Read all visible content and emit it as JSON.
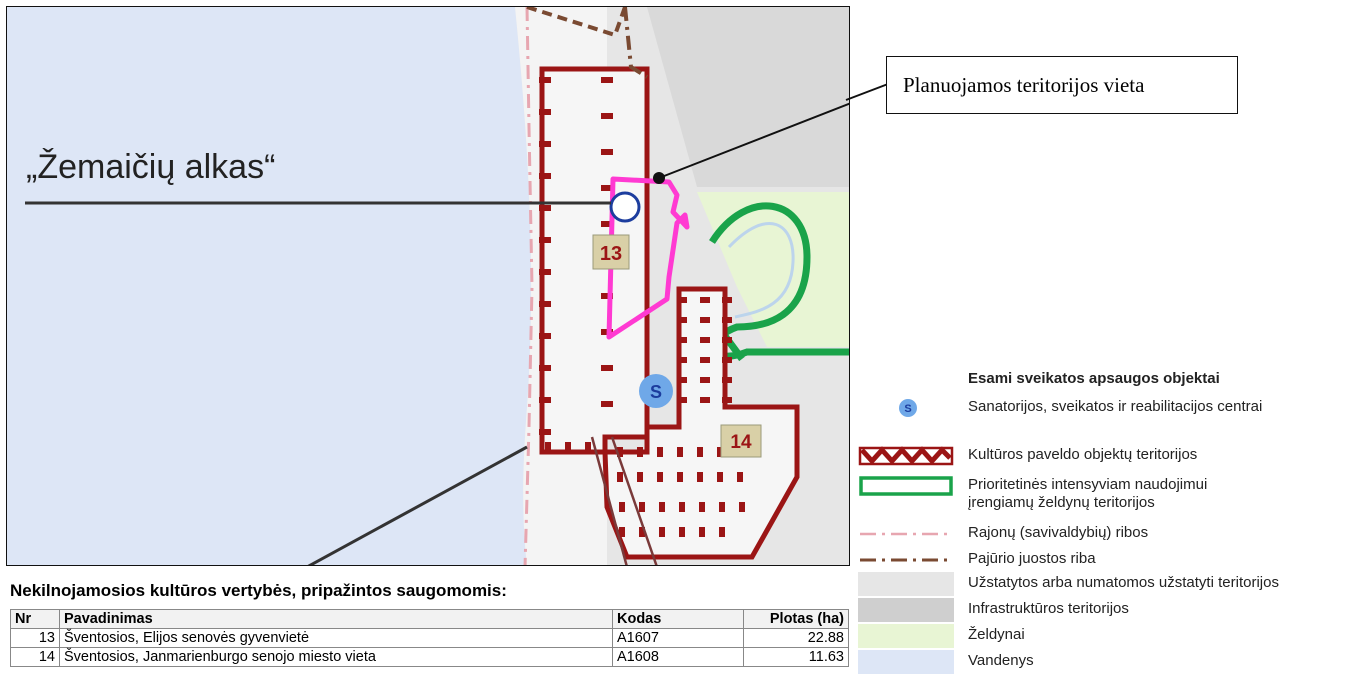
{
  "map": {
    "callout": "Planuojamos teritorijos vieta",
    "place_label": "„Žemaičių alkas“",
    "territory_numbers": [
      "13",
      "14"
    ],
    "sanatorium_symbol": "S",
    "colors": {
      "water": "#dde6f6",
      "built": "#e6e6e6",
      "infrastructure": "#cfcfcf",
      "greenery": "#e8f5d4",
      "heritage": "#9b1515",
      "green_priority": "#1aa34a",
      "planned_area": "#ff3ad2",
      "sanatorium": "#6fa8e8"
    }
  },
  "table": {
    "title": "Nekilnojamosios kultūros vertybės, pripažintos saugomomis:",
    "headers": [
      "Nr",
      "Pavadinimas",
      "Kodas",
      "Plotas (ha)"
    ],
    "rows": [
      [
        "13",
        "Šventosios, Elijos senovės gyvenvietė",
        "A1607",
        "22.88"
      ],
      [
        "14",
        "Šventosios, Janmarienburgo senojo miesto vieta",
        "A1608",
        "11.63"
      ]
    ]
  },
  "legend": {
    "heading": "Esami sveikatos apsaugos objektai",
    "items": [
      {
        "label": "Sanatorijos, sveikatos ir reabilitacijos centrai",
        "icon": "sanatorium-dot",
        "symbol": "S"
      },
      {
        "label": "Kultūros paveldo objektų teritorijos",
        "icon": "heritage-zigzag"
      },
      {
        "label": "Prioritetinės intensyviam naudojimui",
        "label2": "įrengiamų želdynų teritorijos",
        "icon": "green-outline"
      },
      {
        "label": "Rajonų (savivaldybių) ribos",
        "icon": "pink-dashdot"
      },
      {
        "label": "Pajūrio juostos riba",
        "icon": "brown-dashdot"
      },
      {
        "label": "Užstatytos arba numatomos užstatyti teritorijos",
        "icon": "gray-light",
        "color": "#e6e6e6"
      },
      {
        "label": "Infrastruktūros teritorijos",
        "icon": "gray-dark",
        "color": "#cfcfcf"
      },
      {
        "label": "Želdynai",
        "icon": "green-fill",
        "color": "#e8f5d4"
      },
      {
        "label": "Vandenys",
        "icon": "blue-fill",
        "color": "#dde6f6"
      }
    ]
  }
}
